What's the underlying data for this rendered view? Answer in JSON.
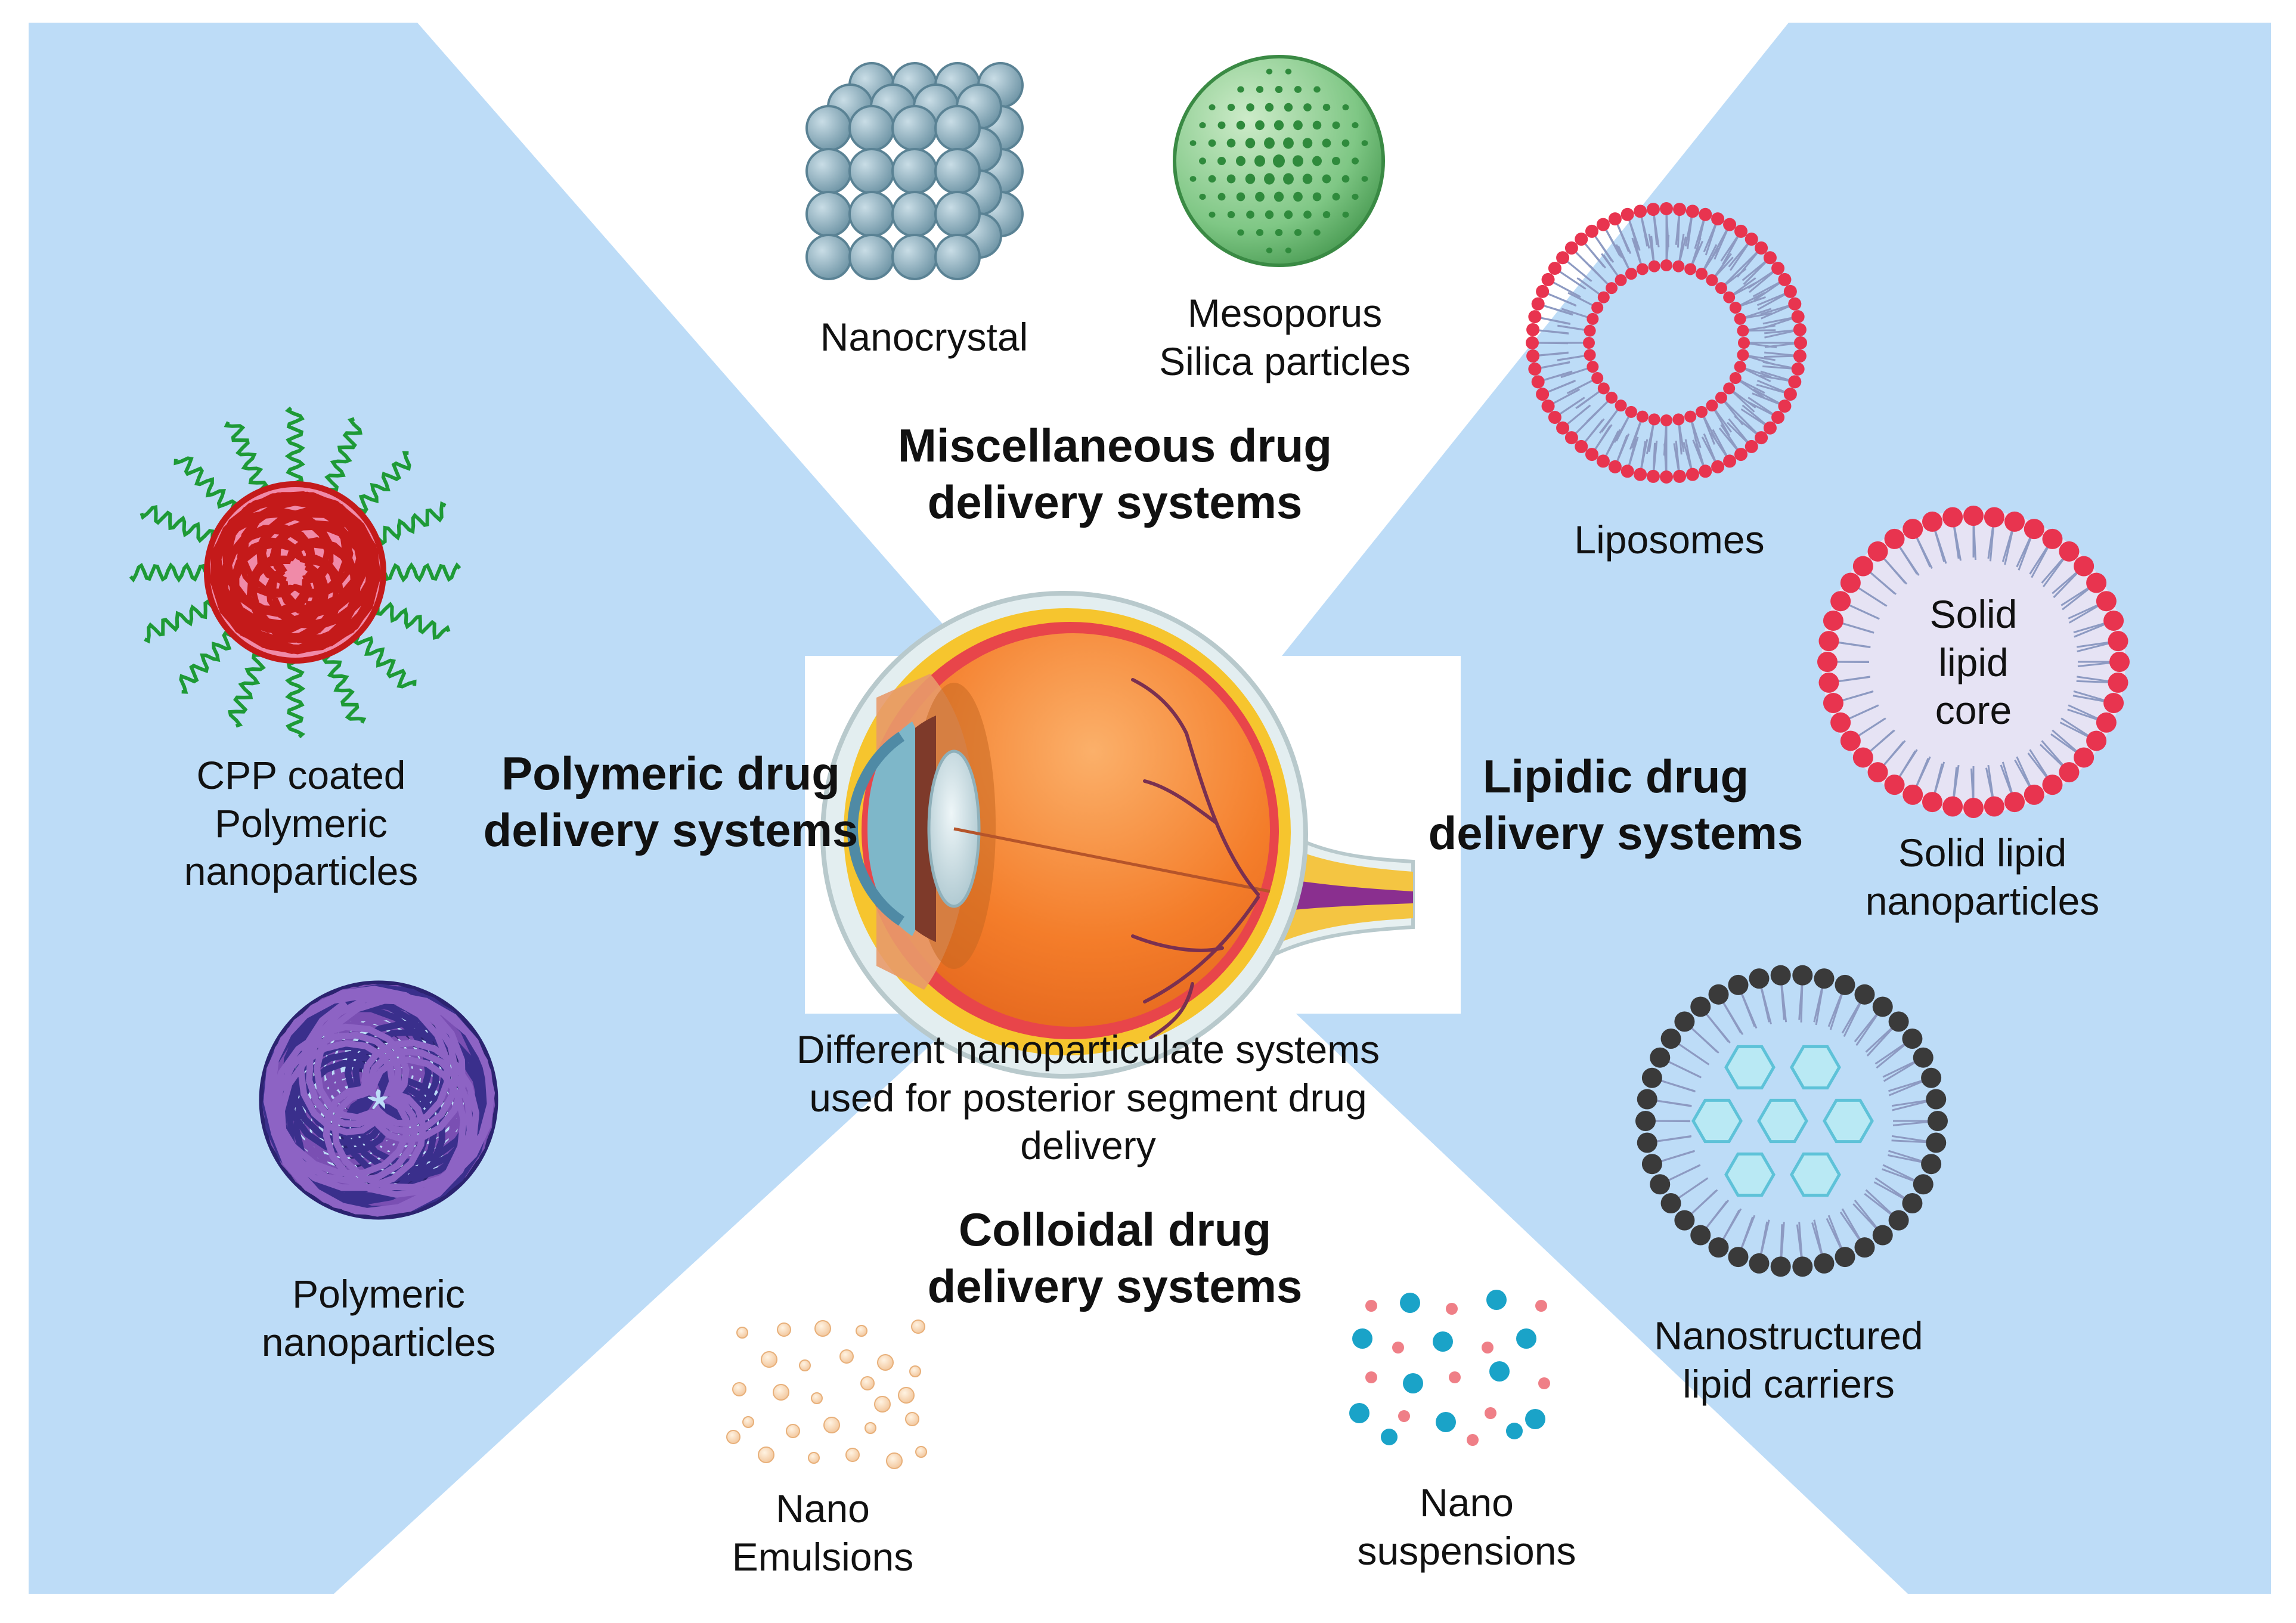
{
  "categories": {
    "miscellaneous": [
      "Miscellaneous drug",
      "delivery systems"
    ],
    "polymeric": [
      "Polymeric drug",
      "delivery systems"
    ],
    "lipidic": [
      "Lipidic drug",
      "delivery systems"
    ],
    "colloidal": [
      "Colloidal drug",
      "delivery systems"
    ]
  },
  "center_caption": [
    "Different nanoparticulate systems",
    "used for posterior segment drug",
    "delivery"
  ],
  "items": {
    "nanocrystal": [
      "Nanocrystal"
    ],
    "mesoporous": [
      "Mesoporus",
      "Silica particles"
    ],
    "liposomes": [
      "Liposomes"
    ],
    "solid_lipid_core": [
      "Solid",
      "lipid",
      "core"
    ],
    "solid_lipid_np": [
      "Solid lipid",
      "nanoparticles"
    ],
    "cpp_polymeric": [
      "CPP coated",
      "Polymeric",
      "nanoparticles"
    ],
    "polymeric_np": [
      "Polymeric",
      "nanoparticles"
    ],
    "nlc": [
      "Nanostructured",
      "lipid carriers"
    ],
    "nano_emulsions": [
      "Nano",
      "Emulsions"
    ],
    "nano_suspensions": [
      "Nano",
      "suspensions"
    ]
  },
  "colors": {
    "panel_blue": "#bddcf7",
    "lipid_red": "#e8344f",
    "nlc_dark": "#3a3a3a",
    "silica_green": "#3a9a48",
    "polymer_purple": "#6a3ea8",
    "eye_orange": "#f47d2a"
  }
}
